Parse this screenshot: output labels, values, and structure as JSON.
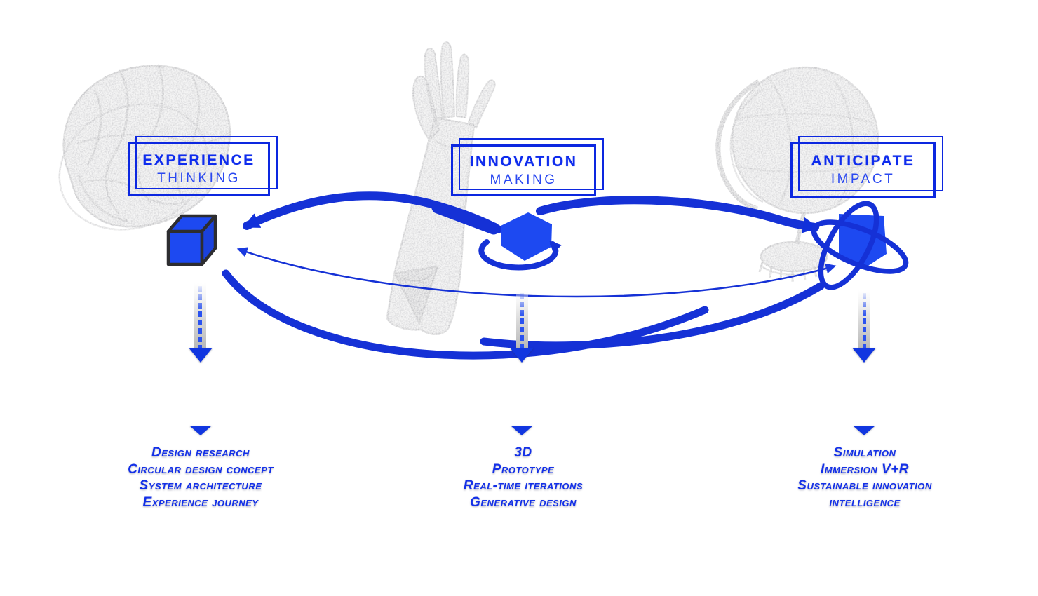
{
  "diagram": {
    "name": "innovation-process-diagram",
    "colors": {
      "primary_blue": "#0e2cee",
      "curve_blue": "#1531d6",
      "icon_blue": "#1d49f1",
      "sketch_gray": "#8a8a8a",
      "background": "#ffffff"
    },
    "stages": [
      {
        "title": "EXPERIENCE",
        "subtitle": "THINKING",
        "icon": "cube-icon",
        "sketch": "brain-sketch",
        "items": [
          "Design research",
          "Circular design concept",
          "System architecture",
          "Experience journey"
        ]
      },
      {
        "title": "INNOVATION",
        "subtitle": "MAKING",
        "icon": "cube-loop-icon",
        "sketch": "hand-sketch",
        "items": [
          "3D",
          "Prototype",
          "Real-time iterations",
          "Generative design"
        ]
      },
      {
        "title": "ANTICIPATE",
        "subtitle": "IMPACT",
        "icon": "cube-orbit-icon",
        "sketch": "globe-sketch",
        "items": [
          "Simulation",
          "Immersion V+R",
          "Sustainable innovation",
          "intelligence"
        ]
      }
    ]
  }
}
